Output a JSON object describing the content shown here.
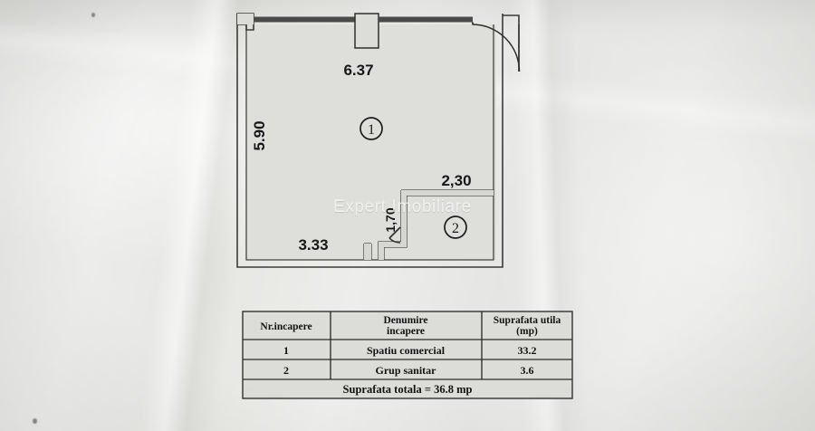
{
  "document": {
    "kind": "floor-plan-scan",
    "watermark": "Expert Imobiliare"
  },
  "floor_plan": {
    "dimensions": {
      "top_width": "6.37",
      "left_height": "5.90",
      "bottom_width": "3.33",
      "bathroom_width": "2,30",
      "bathroom_depth": "1,70"
    },
    "room_markers": [
      {
        "number": "1",
        "name": "Spatiu comercial"
      },
      {
        "number": "2",
        "name": "Grup sanitar"
      }
    ]
  },
  "table": {
    "headers": {
      "col1": "Nr.incapere",
      "col2_line1": "Denumire",
      "col2_line2": "incapere",
      "col3_line1": "Suprafata utila",
      "col3_line2": "(mp)"
    },
    "rows": [
      {
        "nr": "1",
        "denumire": "Spatiu comercial",
        "suprafata": "33.2"
      },
      {
        "nr": "2",
        "denumire": "Grup sanitar",
        "suprafata": "3.6"
      }
    ],
    "total": "Suprafata  totala = 36.8 mp"
  }
}
